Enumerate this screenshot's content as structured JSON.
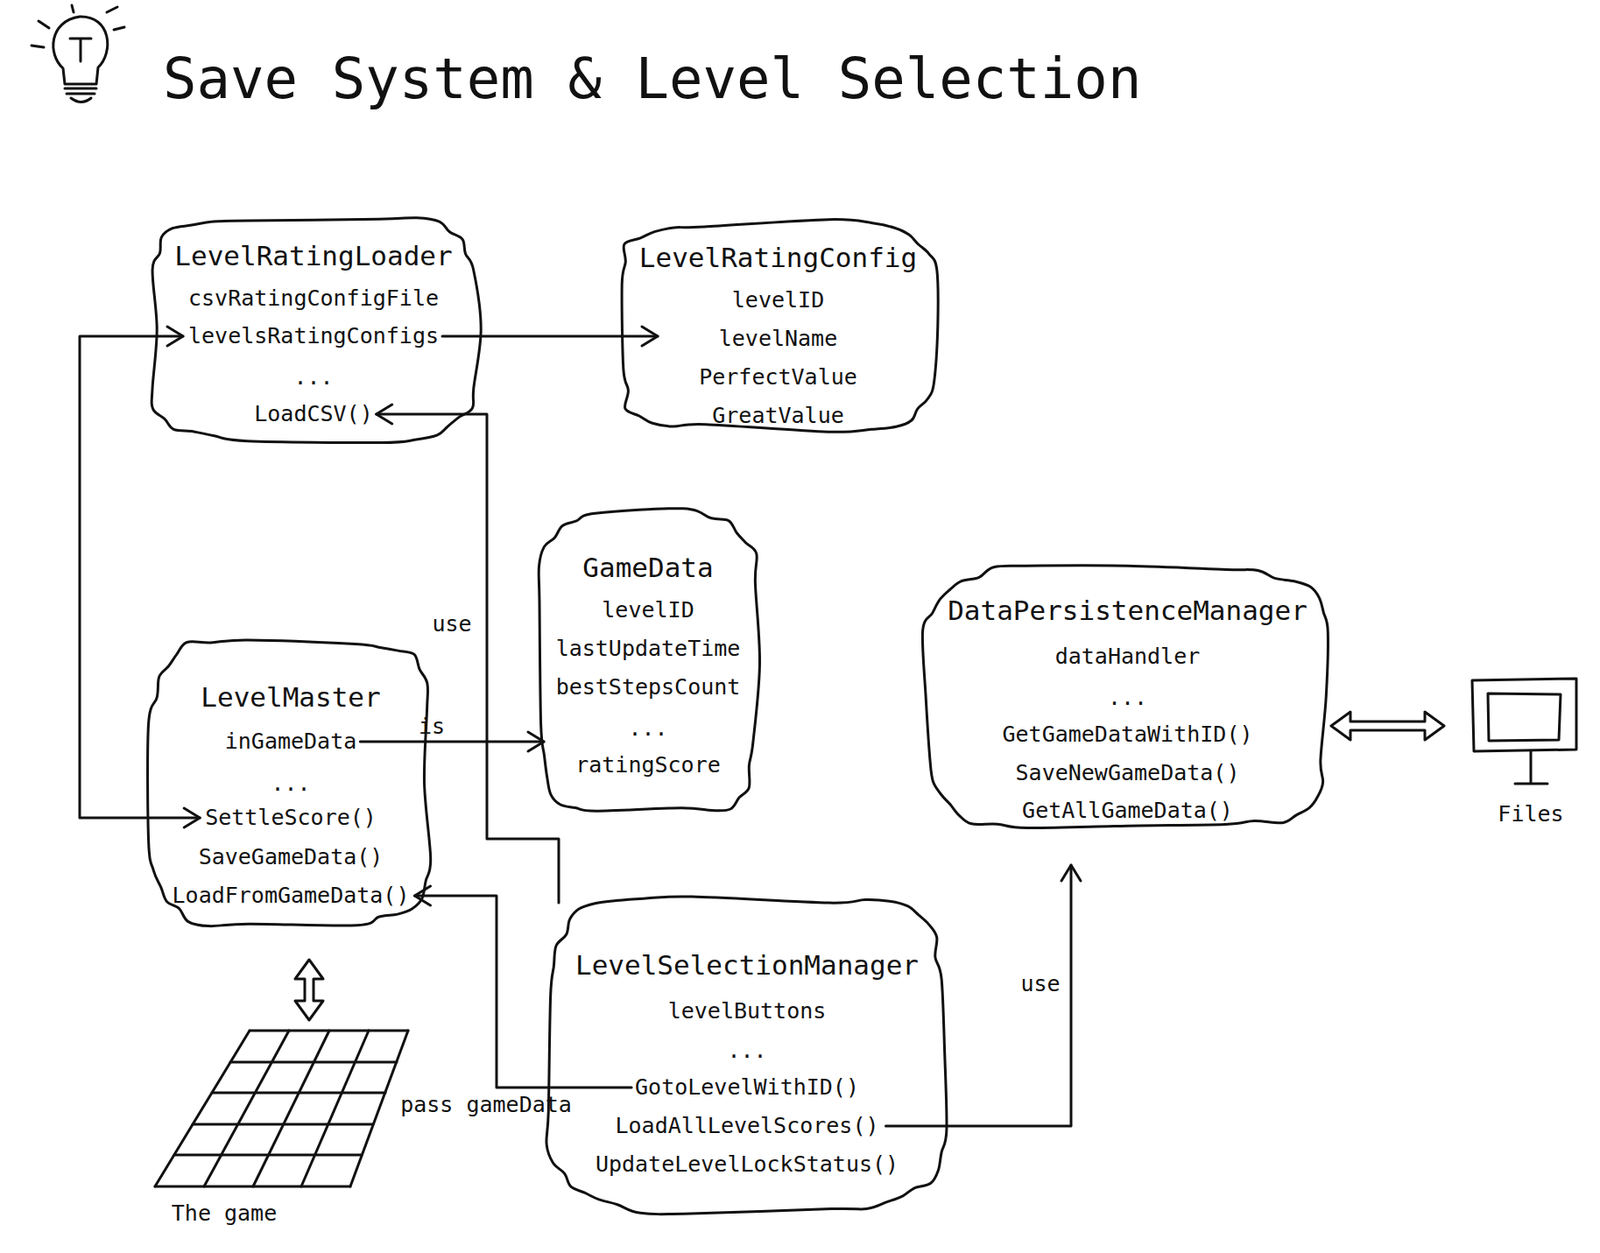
{
  "diagram": {
    "title": "Save System & Level Selection",
    "nodes": [
      {
        "text": [
          "LevelRatingLoader",
          "csvRatingConfigFile",
          "levelsRatingConfigs",
          "...",
          "LoadCSV()"
        ]
      },
      {
        "text": [
          "LevelRatingConfig",
          "levelID",
          "levelName",
          "PerfectValue",
          "GreatValue"
        ]
      },
      {
        "text": [
          "GameData",
          "levelID",
          "lastUpdateTime",
          "bestStepsCount",
          "...",
          "ratingScore"
        ]
      },
      {
        "text": [
          "DataPersistenceManager",
          "dataHandler",
          "...",
          "GetGameDataWithID()",
          "SaveNewGameData()",
          "GetAllGameData()"
        ]
      },
      {
        "text": [
          "Files"
        ]
      },
      {
        "text": [
          "LevelMaster",
          "inGameData",
          "...",
          "SettleScore()",
          "SaveGameData()",
          "LoadFromGameData()"
        ]
      },
      {
        "text": [
          "LevelSelectionManager",
          "levelButtons",
          "...",
          "GotoLevelWithID()",
          "LoadAllLevelScores()",
          "UpdateLevelLockStatus()"
        ]
      },
      {
        "text": [
          "The game"
        ]
      }
    ],
    "edges": [
      {
        "from": 0,
        "to": 1,
        "arrow": "to"
      },
      {
        "from": 0,
        "to": 5,
        "arrow": "both"
      },
      {
        "from": 5,
        "to": 2,
        "label": "is",
        "arrow": "to"
      },
      {
        "from": 6,
        "to": 0,
        "label": "use",
        "arrow": "to"
      },
      {
        "from": 6,
        "to": 5,
        "label": "pass gameData",
        "arrow": "to"
      },
      {
        "from": 6,
        "to": 3,
        "label": "use",
        "arrow": "to"
      },
      {
        "from": 3,
        "to": 4,
        "arrow": "both"
      },
      {
        "from": 5,
        "to": 7,
        "arrow": "both"
      }
    ]
  }
}
